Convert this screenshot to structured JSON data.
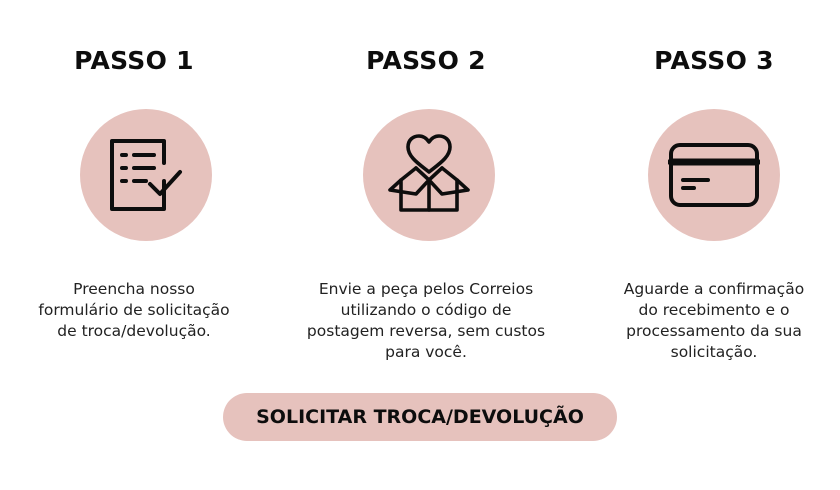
{
  "steps": [
    {
      "title": "PASSO 1",
      "icon": "form-checklist-icon",
      "lines": [
        "Preencha nosso",
        "formulário de solicitação",
        "de troca/devolução."
      ]
    },
    {
      "title": "PASSO 2",
      "icon": "box-with-heart-icon",
      "lines": [
        "Envie a peça pelos Correios",
        "utilizando o código de",
        "postagem reversa, sem custos",
        "para você."
      ]
    },
    {
      "title": "PASSO 3",
      "icon": "credit-card-icon",
      "lines": [
        "Aguarde a confirmação",
        "do recebimento e o",
        "processamento da sua",
        "solicitação."
      ]
    }
  ],
  "cta": {
    "label": "SOLICITAR TROCA/DEVOLUÇÃO"
  },
  "colors": {
    "accent": "#e6c2bd",
    "text": "#0d0d0d"
  }
}
